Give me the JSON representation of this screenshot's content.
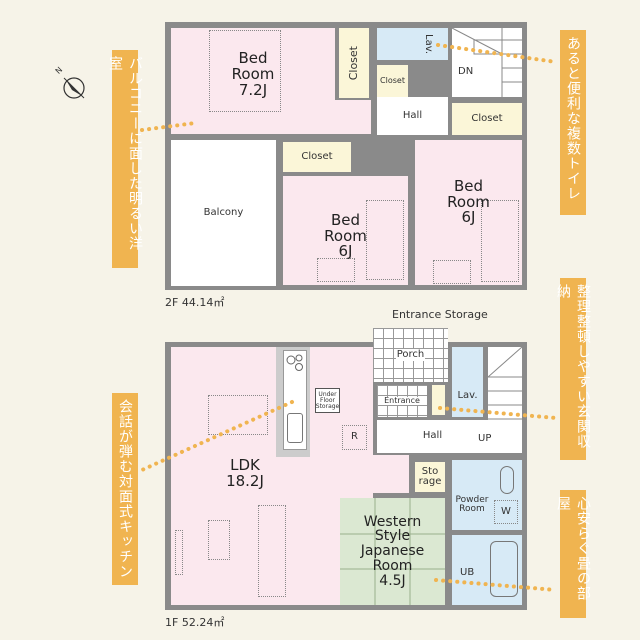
{
  "floor2": {
    "area_label": "2F 44.14㎡",
    "rooms": {
      "master_bed": {
        "name": "Bed\nRoom",
        "size": "7.2J"
      },
      "closet_a": "Closet",
      "closet_b": "Closet",
      "closet_c": "Closet",
      "closet_d": "Closet",
      "lav": "Lav.",
      "dn": "DN",
      "hall": "Hall",
      "balcony": "Balcony",
      "bed_mid": {
        "name": "Bed Room",
        "size": "6J"
      },
      "bed_right": {
        "name": "Bed Room",
        "size": "6J"
      }
    }
  },
  "floor1": {
    "area_label": "1F 52.24㎡",
    "entrance_storage_label": "Entrance Storage",
    "rooms": {
      "ldk": {
        "name": "LDK",
        "size": "18.2J"
      },
      "under_floor": "Under Floor Storage",
      "r": "R",
      "porch": "Porch",
      "entrance": "Entrance",
      "lav": "Lav.",
      "up": "UP",
      "hall": "Hall",
      "storage": "Sto rage",
      "powder": "Powder Room",
      "w": "W",
      "japanese": {
        "name": "Western Style Japanese Room",
        "size": "4.5J"
      },
      "ub": "UB"
    }
  },
  "callouts": {
    "balcony_room": "バルコニーに面した明るい洋室",
    "toilets": "あると便利な複数トイレ",
    "entrance_storage": "整理整頓しやすい玄関収納",
    "kitchen": "会話が弾む対面式キッチン",
    "tatami": "心安らぐ畳の部屋"
  },
  "compass": {
    "label": "N",
    "icon": "compass-icon"
  },
  "colors": {
    "accent": "#f0b450",
    "wall": "#8a8a8a",
    "bedroom": "#fbe8ee",
    "wet": "#d7eaf6",
    "closet": "#fbf6d8",
    "tatami": "#dbe8d2"
  }
}
